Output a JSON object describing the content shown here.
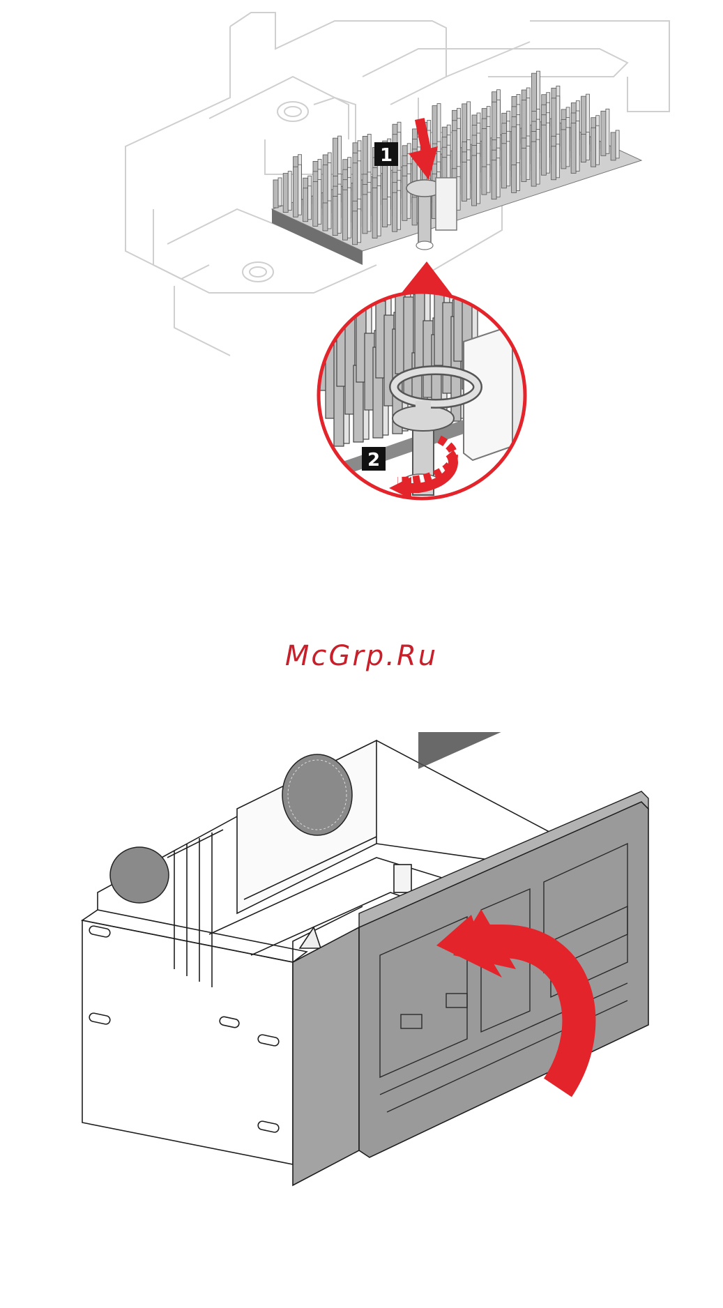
{
  "steps": {
    "step1": "1",
    "step2": "2"
  },
  "watermark": {
    "text": "McGrp.Ru",
    "color": "#c8202b"
  },
  "colors": {
    "line": "#c8c8c8",
    "heatsink": "#bdbdbd",
    "heatsink_dark": "#7e7e7e",
    "accent_red": "#e3242b",
    "badge": "#111111",
    "chassis_front": "#8f8f8f"
  },
  "icons": {
    "down_arrow": "arrow-down-icon",
    "rotate_arrow": "rotate-arrow-icon",
    "curved_arrow": "curved-arrow-icon"
  }
}
